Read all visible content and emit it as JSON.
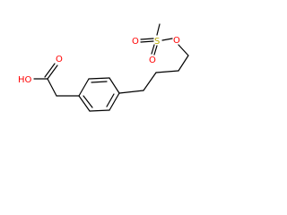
{
  "molecule": {
    "atoms": {
      "carboxyl_oh": "HO",
      "carboxyl_o": "O",
      "sulfur": "S",
      "sulfonyl_o1": "O",
      "sulfonyl_o2": "O",
      "ester_o": "O"
    },
    "colors": {
      "bond": "#000000",
      "oxygen": "#ff0000",
      "sulfur": "#b8a800"
    }
  }
}
